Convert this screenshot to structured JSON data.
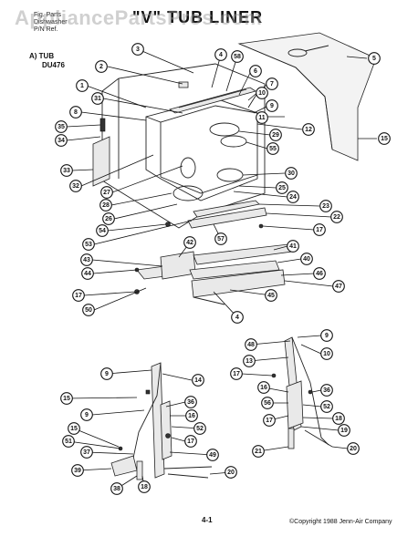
{
  "header": {
    "line1": "Fig. Parts",
    "line2": "Dishwasher",
    "line3": "P/N Ref."
  },
  "title": "\"V\" TUB LINER",
  "watermark": "AppliancePartsPros.com",
  "section": {
    "label": "A)  TUB",
    "model": "DU476"
  },
  "footer": {
    "page": "4-1",
    "copyright": "©Copyright 1988 Jenn-Air Company"
  },
  "callouts": [
    {
      "id": "c3",
      "label": "3"
    },
    {
      "id": "c4a",
      "label": "4"
    },
    {
      "id": "c58",
      "label": "58"
    },
    {
      "id": "c5",
      "label": "5"
    },
    {
      "id": "c2",
      "label": "2"
    },
    {
      "id": "c6",
      "label": "6"
    },
    {
      "id": "c1",
      "label": "1"
    },
    {
      "id": "c7",
      "label": "7"
    },
    {
      "id": "c10a",
      "label": "10"
    },
    {
      "id": "c31",
      "label": "31"
    },
    {
      "id": "c9a",
      "label": "9"
    },
    {
      "id": "c8",
      "label": "8"
    },
    {
      "id": "c11",
      "label": "11"
    },
    {
      "id": "c12",
      "label": "12"
    },
    {
      "id": "c35",
      "label": "35"
    },
    {
      "id": "c29",
      "label": "29"
    },
    {
      "id": "c15a",
      "label": "15"
    },
    {
      "id": "c34",
      "label": "34"
    },
    {
      "id": "c55",
      "label": "55"
    },
    {
      "id": "c33",
      "label": "33"
    },
    {
      "id": "c30",
      "label": "30"
    },
    {
      "id": "c32",
      "label": "32"
    },
    {
      "id": "c27",
      "label": "27"
    },
    {
      "id": "c25",
      "label": "25"
    },
    {
      "id": "c24",
      "label": "24"
    },
    {
      "id": "c28",
      "label": "28"
    },
    {
      "id": "c23",
      "label": "23"
    },
    {
      "id": "c26",
      "label": "26"
    },
    {
      "id": "c22",
      "label": "22"
    },
    {
      "id": "c54",
      "label": "54"
    },
    {
      "id": "c17a",
      "label": "17"
    },
    {
      "id": "c57",
      "label": "57"
    },
    {
      "id": "c53",
      "label": "53"
    },
    {
      "id": "c42",
      "label": "42"
    },
    {
      "id": "c41",
      "label": "41"
    },
    {
      "id": "c43",
      "label": "43"
    },
    {
      "id": "c40",
      "label": "40"
    },
    {
      "id": "c44",
      "label": "44"
    },
    {
      "id": "c46",
      "label": "46"
    },
    {
      "id": "c47",
      "label": "47"
    },
    {
      "id": "c17b",
      "label": "17"
    },
    {
      "id": "c45",
      "label": "45"
    },
    {
      "id": "c50",
      "label": "50"
    },
    {
      "id": "c4b",
      "label": "4"
    },
    {
      "id": "c9b",
      "label": "9"
    },
    {
      "id": "c48",
      "label": "48"
    },
    {
      "id": "c10b",
      "label": "10"
    },
    {
      "id": "c17c",
      "label": "17"
    },
    {
      "id": "c13",
      "label": "13"
    },
    {
      "id": "c9c",
      "label": "9"
    },
    {
      "id": "c14",
      "label": "14"
    },
    {
      "id": "c16a",
      "label": "16"
    },
    {
      "id": "c36a",
      "label": "36"
    },
    {
      "id": "c56",
      "label": "56"
    },
    {
      "id": "c52a",
      "label": "52"
    },
    {
      "id": "c17d",
      "label": "17"
    },
    {
      "id": "c18a",
      "label": "18"
    },
    {
      "id": "c19",
      "label": "19"
    },
    {
      "id": "c15b",
      "label": "15"
    },
    {
      "id": "c36b",
      "label": "36"
    },
    {
      "id": "c21",
      "label": "21"
    },
    {
      "id": "c20a",
      "label": "20"
    },
    {
      "id": "c9d",
      "label": "9"
    },
    {
      "id": "c16b",
      "label": "16"
    },
    {
      "id": "c52b",
      "label": "52"
    },
    {
      "id": "c15c",
      "label": "15"
    },
    {
      "id": "c17e",
      "label": "17"
    },
    {
      "id": "c51",
      "label": "51"
    },
    {
      "id": "c37",
      "label": "37"
    },
    {
      "id": "c49",
      "label": "49"
    },
    {
      "id": "c39",
      "label": "39"
    },
    {
      "id": "c20b",
      "label": "20"
    },
    {
      "id": "c38",
      "label": "38"
    },
    {
      "id": "c18b",
      "label": "18"
    }
  ]
}
